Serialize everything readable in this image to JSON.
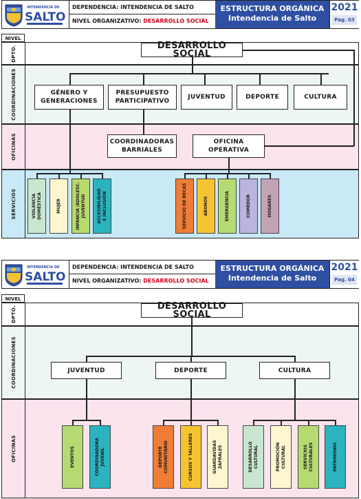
{
  "header": {
    "logo_text": "SALTO",
    "logo_subtext": "INTENDENCIA DE",
    "dependencia_label": "DEPENDENCIA:",
    "dependencia_value": "INTENDENCIA DE SALTO",
    "nivel_label": "NIVEL ORGANIZATIVO:",
    "nivel_value": "DESARROLLO SOCIAL",
    "title_line1": "ESTRUCTURA ORGÁNICA",
    "title_line2": "Intendencia de Salto",
    "year": "2021"
  },
  "pages": [
    {
      "page_label": "Pag. 03",
      "levels": {
        "nivel": "NIVEL",
        "dpto": "DPTO.",
        "coordinaciones": "COORDINACIONES",
        "oficinas": "OFICINAS",
        "servicios": "SERVICIOS"
      },
      "department": "DESARROLLO SOCIAL",
      "coordinaciones": [
        "GÉNERO Y\nGENERACIONES",
        "PRESUPUESTO\nPARTICIPATIVO",
        "JUVENTUD",
        "DEPORTE",
        "CULTURA"
      ],
      "oficinas": [
        "COORDINADORAS\nBARRIALES",
        "OFICINA\nOPERATIVA"
      ],
      "servicios_left": [
        "VIOLENCIA\nDOMÉSTICA",
        "MUJER",
        "INFANCIA /ADOLESC.\nJUVENTUD",
        "ACCESIBILIDAD\nE INCLUSIÓN"
      ],
      "servicios_right": [
        "SERVICIO DE BECAS",
        "ABONOS",
        "EMERGENCIA",
        "COMEDOR",
        "HOGARES"
      ]
    },
    {
      "page_label": "Pag. 04",
      "levels": {
        "nivel": "NIVEL",
        "dpto": "DPTO.",
        "coordinaciones": "COORDINACIONES",
        "oficinas": "OFICINAS"
      },
      "department": "DESARROLLO SOCIAL",
      "coordinaciones": [
        "JUVENTUD",
        "DEPORTE",
        "CULTURA"
      ],
      "oficinas_juventud": [
        "EVENTOS",
        "COORDINADORA\nJUVENIL"
      ],
      "oficinas_deporte": [
        "DEPORTE\nCOMUNITARIO",
        "CURSOS Y TALLERES",
        "GUARDAVIDAS\nZAFRALES"
      ],
      "oficinas_cultura": [
        "DESARROLLO\nCULTURAL",
        "PROMOCIÓN\nCULTURAL",
        "SERVICIOS\nCULTURALES",
        "PATRIMONIO"
      ]
    }
  ]
}
